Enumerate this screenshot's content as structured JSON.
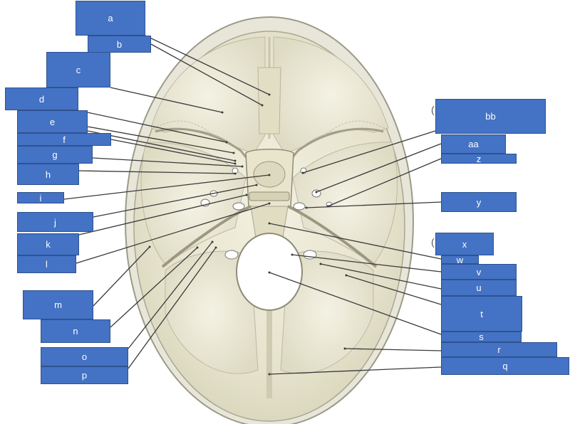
{
  "labels": [
    {
      "id": "a",
      "text": "a"
    },
    {
      "id": "b",
      "text": "b"
    },
    {
      "id": "c",
      "text": "c"
    },
    {
      "id": "d",
      "text": "d"
    },
    {
      "id": "e",
      "text": "e"
    },
    {
      "id": "f",
      "text": "f"
    },
    {
      "id": "g",
      "text": "g"
    },
    {
      "id": "h",
      "text": "h"
    },
    {
      "id": "i",
      "text": "i"
    },
    {
      "id": "j",
      "text": "j"
    },
    {
      "id": "k",
      "text": "k"
    },
    {
      "id": "l",
      "text": "l"
    },
    {
      "id": "m",
      "text": "m"
    },
    {
      "id": "n",
      "text": "n"
    },
    {
      "id": "o",
      "text": "o"
    },
    {
      "id": "p",
      "text": "p"
    },
    {
      "id": "q",
      "text": "q"
    },
    {
      "id": "r",
      "text": "r"
    },
    {
      "id": "s",
      "text": "s"
    },
    {
      "id": "t",
      "text": "t"
    },
    {
      "id": "u",
      "text": "u"
    },
    {
      "id": "v",
      "text": "v"
    },
    {
      "id": "w",
      "text": "w"
    },
    {
      "id": "x",
      "text": "x"
    },
    {
      "id": "y",
      "text": "y"
    },
    {
      "id": "z",
      "text": "z"
    },
    {
      "id": "aa",
      "text": "aa"
    },
    {
      "id": "bb",
      "text": "bb"
    }
  ],
  "colors": {
    "label_fill": "#4472c4",
    "label_border": "#2f528f",
    "label_text": "#ffffff",
    "leader_line": "#3a3a3a",
    "bone": "#ece9d6",
    "bone_edge": "#8e8c78",
    "foramen": "#ffffff"
  },
  "diagram_image": {
    "subject": "skull-base-superior-view"
  }
}
